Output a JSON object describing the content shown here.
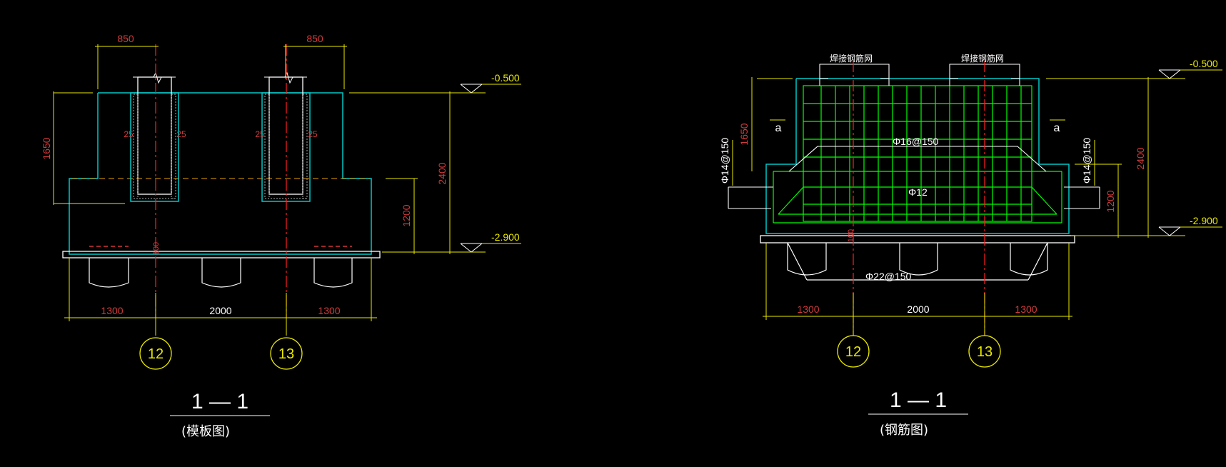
{
  "colors": {
    "background": "#000000",
    "concrete_outline": "#00c8c8",
    "dimension_text": "#d23c3c",
    "axis_yellow": "#e8e800",
    "centerline_red": "#ff2020",
    "rebar_green": "#00ff00",
    "white_lines": "#ffffff"
  },
  "left_view": {
    "dim_top_left": "850",
    "dim_top_right": "850",
    "dim_height_upper": "1650",
    "dim_height_total": "2400",
    "dim_height_lower": "1200",
    "dim_pile_cap": "100",
    "cover_left_a": "25",
    "cover_left_b": "25",
    "cover_right_a": "25",
    "cover_right_b": "25",
    "elev_top": "-0.500",
    "elev_bottom": "-2.900",
    "dim_bottom_left": "1300",
    "dim_bottom_mid": "2000",
    "dim_bottom_right": "1300",
    "axis_a": "12",
    "axis_b": "13",
    "section_title": "1 — 1",
    "section_subtitle": "(模板图)"
  },
  "right_view": {
    "mesh_label_left": "焊接钢筋网",
    "mesh_label_right": "焊接钢筋网",
    "elev_top": "-0.500",
    "elev_bottom": "-2.900",
    "dim_height_total": "2400",
    "dim_height_lower": "1200",
    "dim_height_upper": "1650",
    "rebar_left": "Φ14@150",
    "rebar_right": "Φ14@150",
    "rebar_mid": "Φ16@150",
    "rebar_tie": "Φ12",
    "rebar_bottom": "Φ22@150",
    "dim_pile_cap": "100",
    "mark_a_left": "a",
    "mark_a_right": "a",
    "dim_bottom_left": "1300",
    "dim_bottom_mid": "2000",
    "dim_bottom_right": "1300",
    "axis_a": "12",
    "axis_b": "13",
    "section_title": "1 — 1",
    "section_subtitle": "(钢筋图)"
  }
}
